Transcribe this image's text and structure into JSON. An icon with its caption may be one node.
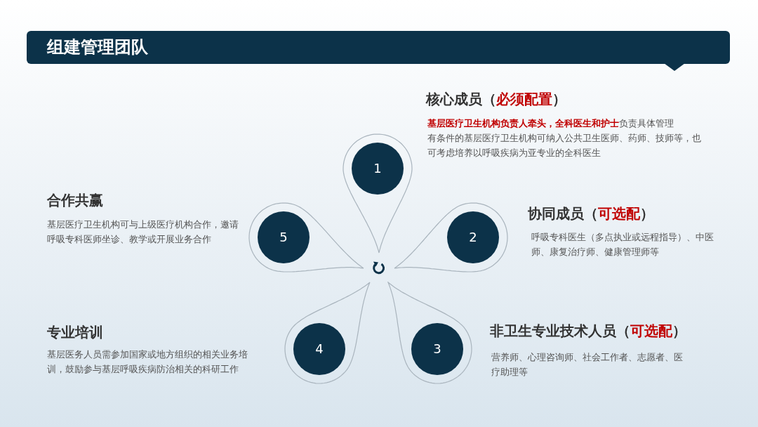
{
  "diagram": {
    "title": "组建管理团队",
    "nodes": [
      {
        "text": [],
        "shape": "drop"
      },
      {
        "text": [
          "1"
        ],
        "in": 0
      },
      {
        "text": [],
        "shape": "drop"
      },
      {
        "text": [
          "2"
        ],
        "in": 2
      },
      {
        "text": [],
        "shape": "drop"
      },
      {
        "text": [
          "3"
        ],
        "in": 4
      },
      {
        "text": [],
        "shape": "drop"
      },
      {
        "text": [
          "4"
        ],
        "in": 6
      },
      {
        "text": [],
        "shape": "drop"
      },
      {
        "text": [
          "5"
        ],
        "in": 8
      }
    ],
    "edges": [],
    "labels": [
      "核心成员（**必须配置**）",
      "**基层医疗卫生机构负责人牵头，全科医生和护士**负责具体管理",
      "有条件的基层医疗卫生机构可纳入公共卫生医师、药师、技师等，也可考虑培养以呼吸疾病为亚专业的全科医生",
      "合作共赢",
      "基层医疗卫生机构可与上级医疗机构合作，邀请呼吸专科医师坐诊、教学或开展业务合作",
      "协同成员（**可选配**）",
      "呼吸专科医生（多点执业或远程指导）、中医师、康复治疗师、健康管理师等",
      "专业培训",
      "基层医务人员需参加国家或地方组织的相关业务培训，鼓励参与基层呼吸疾病防治相关的科研工作",
      "非卫生专业技术人员（**可选配**）",
      "营养师、心理咨询师、社会工作者、志愿者、医疗助理等"
    ]
  }
}
